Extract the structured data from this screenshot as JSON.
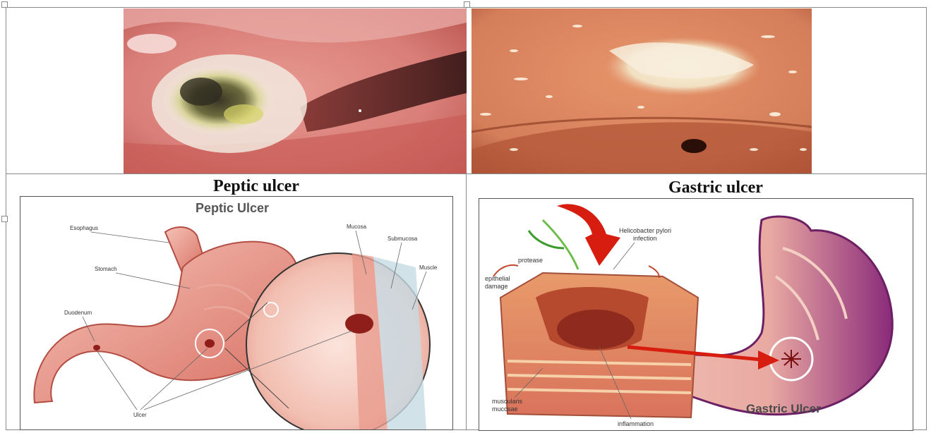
{
  "left_panel": {
    "caption": "Peptic ulcer",
    "diagram": {
      "title": "Peptic Ulcer",
      "labels": {
        "esophagus": "Esophagus",
        "stomach": "Stomach",
        "duodenum": "Duodenum",
        "ulcer": "Ulcer",
        "mucosa": "Mucosa",
        "submucosa": "Submucosa",
        "muscle": "Muscle"
      }
    }
  },
  "right_panel": {
    "caption": "Gastric ulcer",
    "diagram": {
      "title": "Gastric Ulcer",
      "labels": {
        "helicobacter": "Helicobacter pylori",
        "infection": "infection",
        "protease": "protease",
        "epithelial": "epithelial",
        "damage": "damage",
        "muscularis": "muscularis",
        "mucosae": "mucosae",
        "inflammation": "inflammation"
      }
    }
  }
}
